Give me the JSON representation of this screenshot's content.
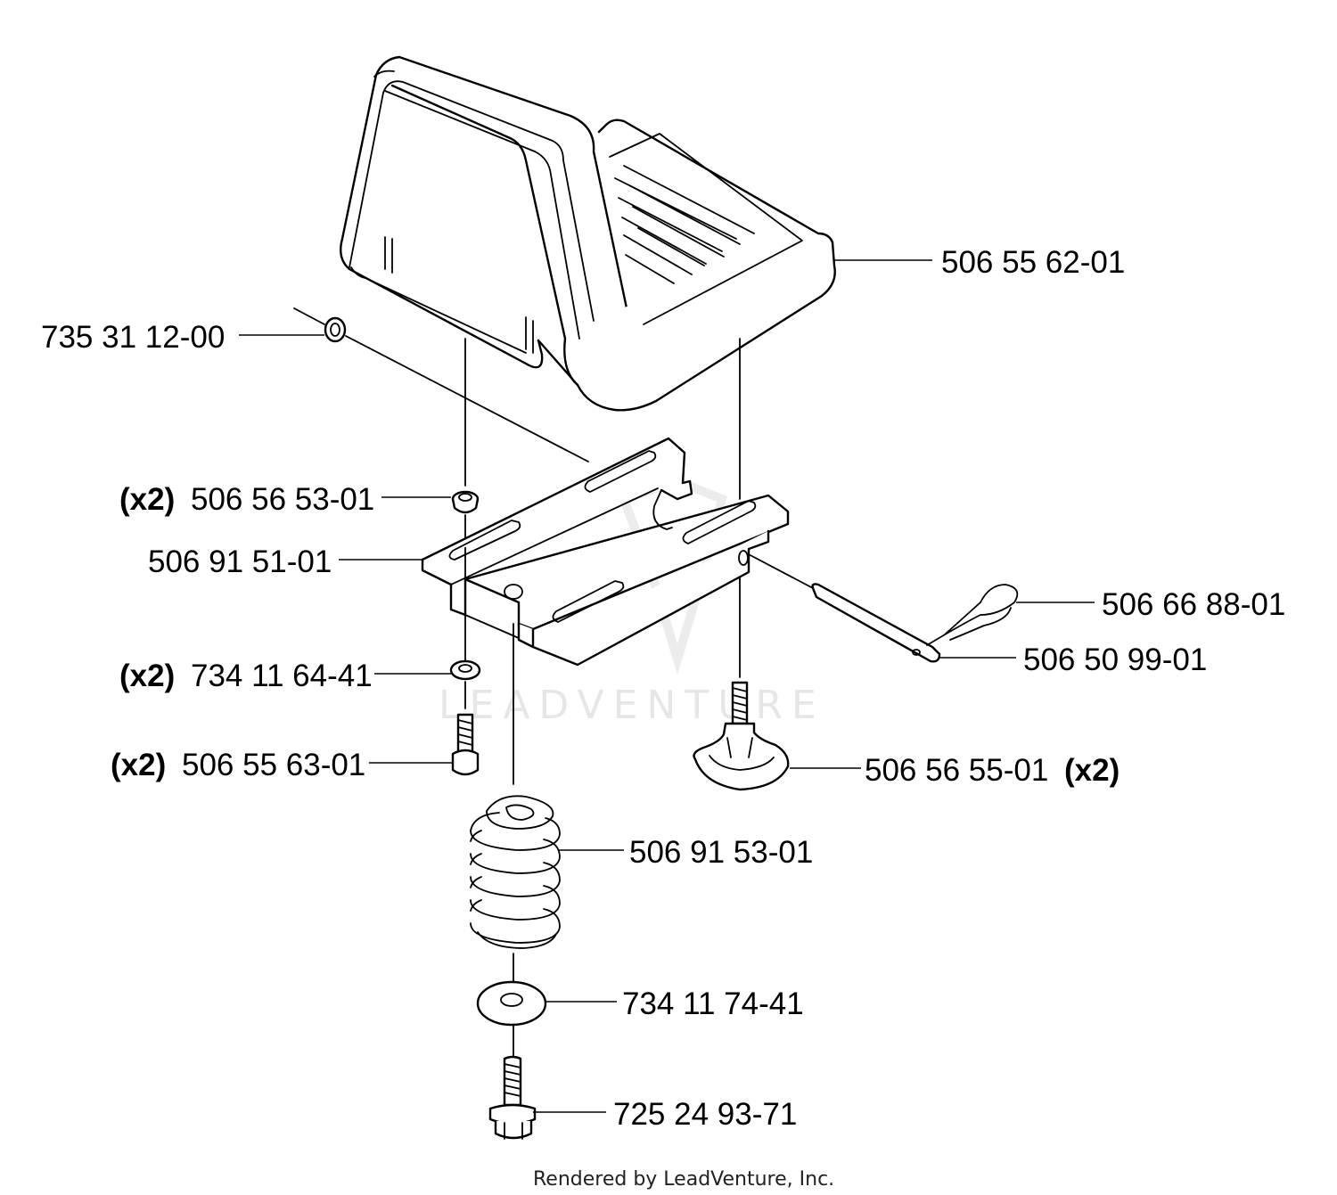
{
  "watermark": "LEADVENTURE",
  "footer": "Rendered by LeadVenture, Inc.",
  "callouts": {
    "seat": {
      "part": "506 55 62-01"
    },
    "clip": {
      "part": "735 31 12-00"
    },
    "bushing": {
      "qty": "(x2)",
      "part": "506 56 53-01"
    },
    "bracket": {
      "part": "506 91 51-01"
    },
    "hairpin": {
      "part": "506 66 88-01"
    },
    "pin": {
      "part": "506 50 99-01"
    },
    "washer_small": {
      "qty": "(x2)",
      "part": "734 11 64-41"
    },
    "screw": {
      "qty": "(x2)",
      "part": "506 55 63-01"
    },
    "knob": {
      "part": "506 56 55-01",
      "qty": "(x2)"
    },
    "spring": {
      "part": "506 91 53-01"
    },
    "washer_large": {
      "part": "734 11 74-41"
    },
    "bolt": {
      "part": "725 24 93-71"
    }
  }
}
